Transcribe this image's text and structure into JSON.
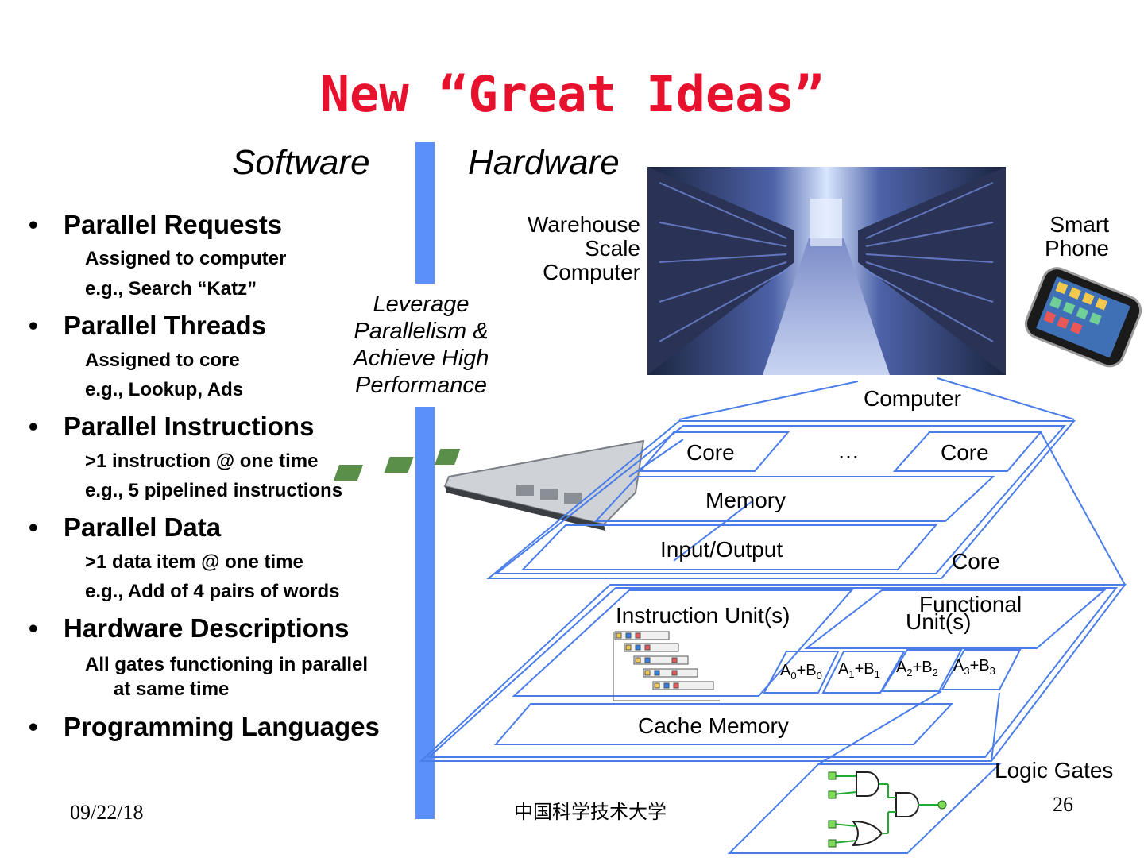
{
  "slide": {
    "title": "New “Great Ideas”",
    "software_heading": "Software",
    "hardware_heading": "Hardware",
    "leverage_text": [
      "Leverage",
      "Parallelism &",
      "Achieve High",
      "Performance"
    ],
    "bullets": [
      {
        "label": "Parallel Requests",
        "subs": [
          "Assigned to computer",
          "e.g., Search “Katz”"
        ]
      },
      {
        "label": "Parallel Threads",
        "subs": [
          "Assigned to core",
          "e.g., Lookup, Ads"
        ]
      },
      {
        "label": "Parallel Instructions",
        "subs": [
          ">1 instruction @ one time",
          "e.g., 5 pipelined instructions"
        ]
      },
      {
        "label": "Parallel Data",
        "subs": [
          ">1 data item @ one time",
          "e.g., Add of 4 pairs of words"
        ]
      },
      {
        "label": "Hardware Descriptions",
        "subs": [
          "All gates functioning in parallel",
          "at same time"
        ]
      },
      {
        "label": "Programming Languages",
        "subs": []
      }
    ],
    "hardware_labels": {
      "warehouse": [
        "Warehouse",
        "Scale",
        "Computer"
      ],
      "smart_phone": [
        "Smart",
        "Phone"
      ],
      "computer": "Computer",
      "core_left": "Core",
      "ellipsis": "…",
      "core_right": "Core",
      "memory": "Memory",
      "input_output": "Input/Output",
      "core": "Core",
      "functional_units": [
        "Functional",
        "Unit(s)"
      ],
      "instruction_units": "Instruction Unit(s)",
      "cache_memory": "Cache Memory",
      "logic_gates": "Logic Gates",
      "adds": [
        "A",
        "+B",
        "A",
        "+B",
        "A",
        "+B",
        "A",
        "+B"
      ],
      "add_subscripts": [
        "0",
        "0",
        "1",
        "1",
        "2",
        "2",
        "3",
        "3"
      ]
    },
    "footer": {
      "date": "09/22/18",
      "university": "中国科学技术大学",
      "page": "26"
    },
    "colors": {
      "title": "#e8112d",
      "bar": "#5b8ff9",
      "diagram_lines": "#4a7de8"
    }
  }
}
